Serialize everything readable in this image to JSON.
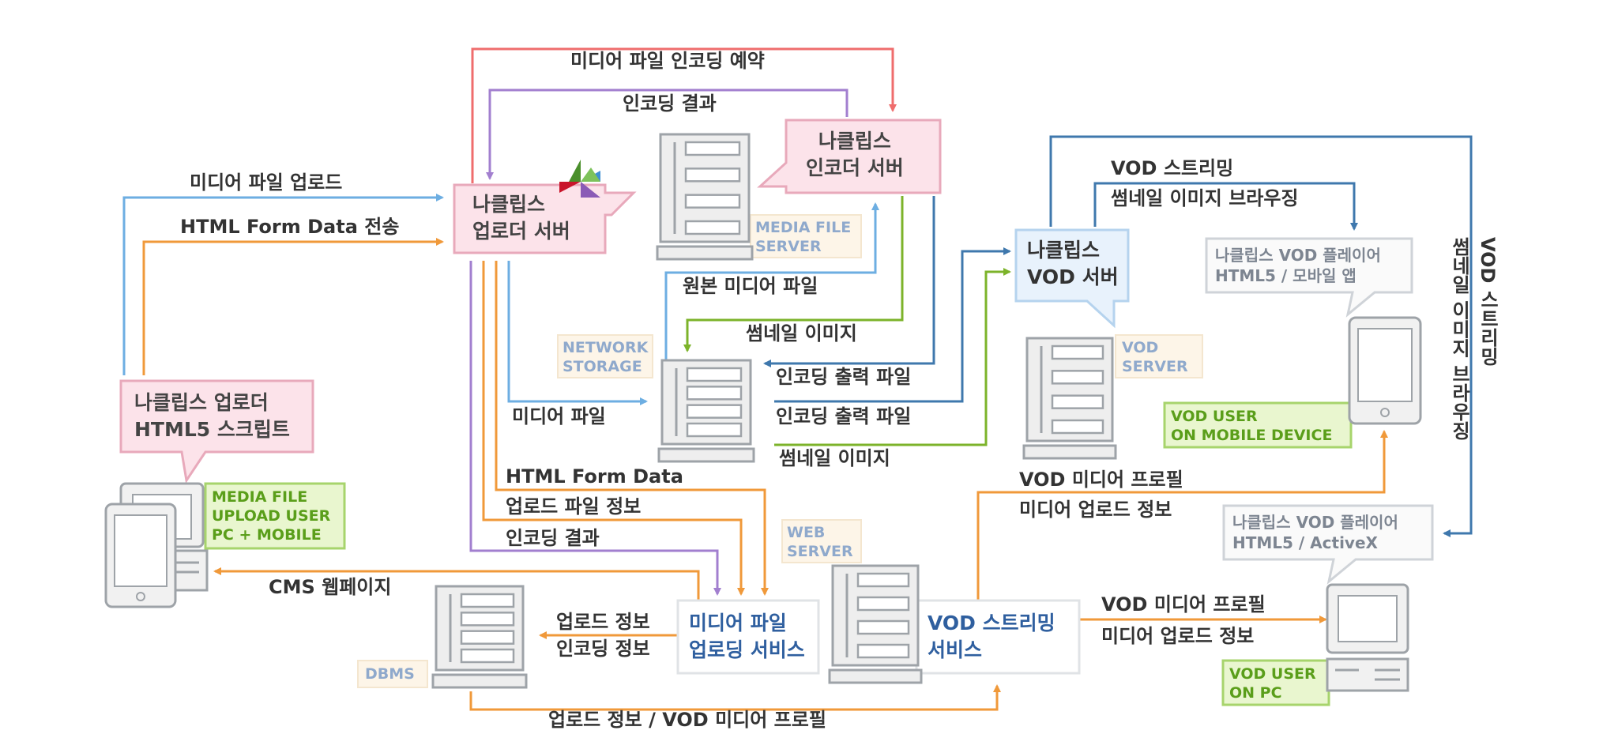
{
  "colors": {
    "red": "#ef6d6d",
    "purple": "#a27fcf",
    "lightblue": "#6daee2",
    "orange": "#f0993a",
    "green": "#7cb32a",
    "darkblue": "#3f78ad",
    "pink_fill": "#fce3ea",
    "pink_border": "#e8a9bb",
    "blue_fill": "#e8f2fc",
    "blue_border": "#b5d3ee",
    "green_fill": "#e9f6cf",
    "green_border": "#a7d46c",
    "cream_fill": "#fdf5e8"
  },
  "labels": {
    "encoding_reservation": "미디어 파일 인코딩 예약",
    "encoding_result_top": "인코딩 결과",
    "media_upload": "미디어 파일 업로드",
    "html_form_send": "HTML Form Data 전송",
    "original_media": "원본 미디어 파일",
    "thumbnail_top": "썸네일 이미지",
    "encoding_output_1": "인코딩 출력 파일",
    "encoding_output_2": "인코딩 출력 파일",
    "media_file": "미디어 파일",
    "thumbnail_bottom": "썸네일 이미지",
    "html_form_data": "HTML Form Data",
    "upload_file_info": "업로드 파일 정보",
    "encoding_result": "인코딩 결과",
    "cms_webpage": "CMS 웹페이지",
    "upload_info": "업로드 정보",
    "encoding_info": "인코딩 정보",
    "bottom_flow": "업로드 정보 / VOD 미디어 프로필",
    "vod_media_profile_1": "VOD 미디어 프로필",
    "media_upload_info_1": "미디어 업로드 정보",
    "vod_media_profile_2": "VOD 미디어 프로필",
    "media_upload_info_2": "미디어 업로드 정보",
    "vod_streaming": "VOD 스트리밍",
    "thumbnail_browsing": "썸네일 이미지 브라우징",
    "vertical_1": "VOD 스트리밍",
    "vertical_2": "썸네일 이미지 브라우징"
  },
  "bubbles": {
    "uploader_server": "나클립스\n업로더 서버",
    "encoder_server": "나클립스\n인코더 서버",
    "vod_server": "나클립스\nVOD 서버",
    "uploader_script": "나클립스 업로더\nHTML5 스크립트",
    "player_mobile": "나클립스 VOD 플레이어\nHTML5 / 모바일 앱",
    "player_pc": "나클립스 VOD 플레이어\nHTML5 / ActiveX",
    "upload_service": "미디어 파일\n업로딩 서비스",
    "streaming_service": "VOD 스트리밍\n서비스"
  },
  "tags": {
    "media_file_server": "MEDIA FILE\nSERVER",
    "network_storage": "NETWORK\nSTORAGE",
    "vod_server": "VOD\nSERVER",
    "web_server": "WEB\nSERVER",
    "dbms": "DBMS",
    "upload_user": "MEDIA FILE\nUPLOAD USER\nPC + MOBILE",
    "vod_user_mobile": "VOD USER\nON MOBILE DEVICE",
    "vod_user_pc": "VOD USER\nON PC"
  },
  "icons": [
    "server-icon",
    "tablet-icon",
    "desktop-icon",
    "pinwheel-logo-icon"
  ]
}
